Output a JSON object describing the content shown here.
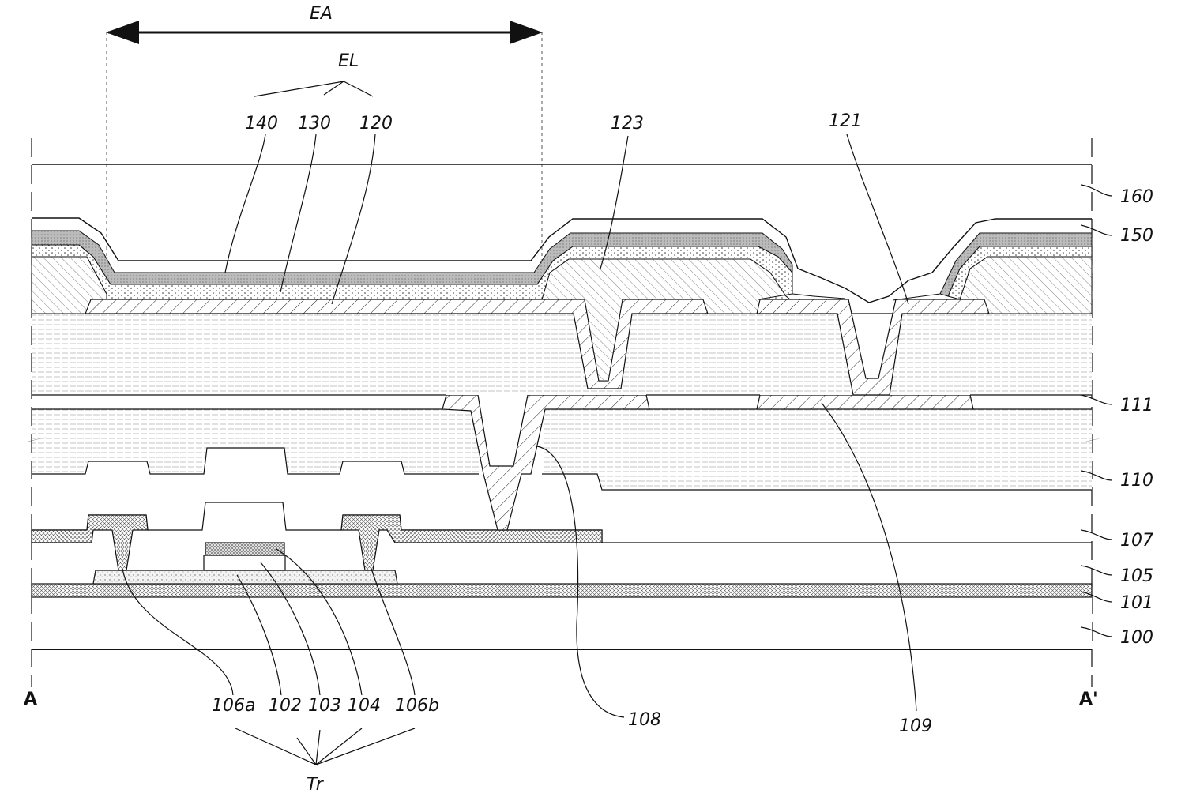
{
  "figure": {
    "emission_area_label": "EA",
    "emission_layer_label": "EL",
    "transistor_label": "Tr",
    "section_start": "A",
    "section_end": "A'"
  },
  "labels": {
    "l140": "140",
    "l130": "130",
    "l120": "120",
    "l123": "123",
    "l121": "121",
    "l160": "160",
    "l150": "150",
    "l111": "111",
    "l110": "110",
    "l107": "107",
    "l105": "105",
    "l101": "101",
    "l100": "100",
    "l106a": "106a",
    "l102": "102",
    "l103": "103",
    "l104": "104",
    "l106b": "106b",
    "l108": "108",
    "l109": "109"
  }
}
